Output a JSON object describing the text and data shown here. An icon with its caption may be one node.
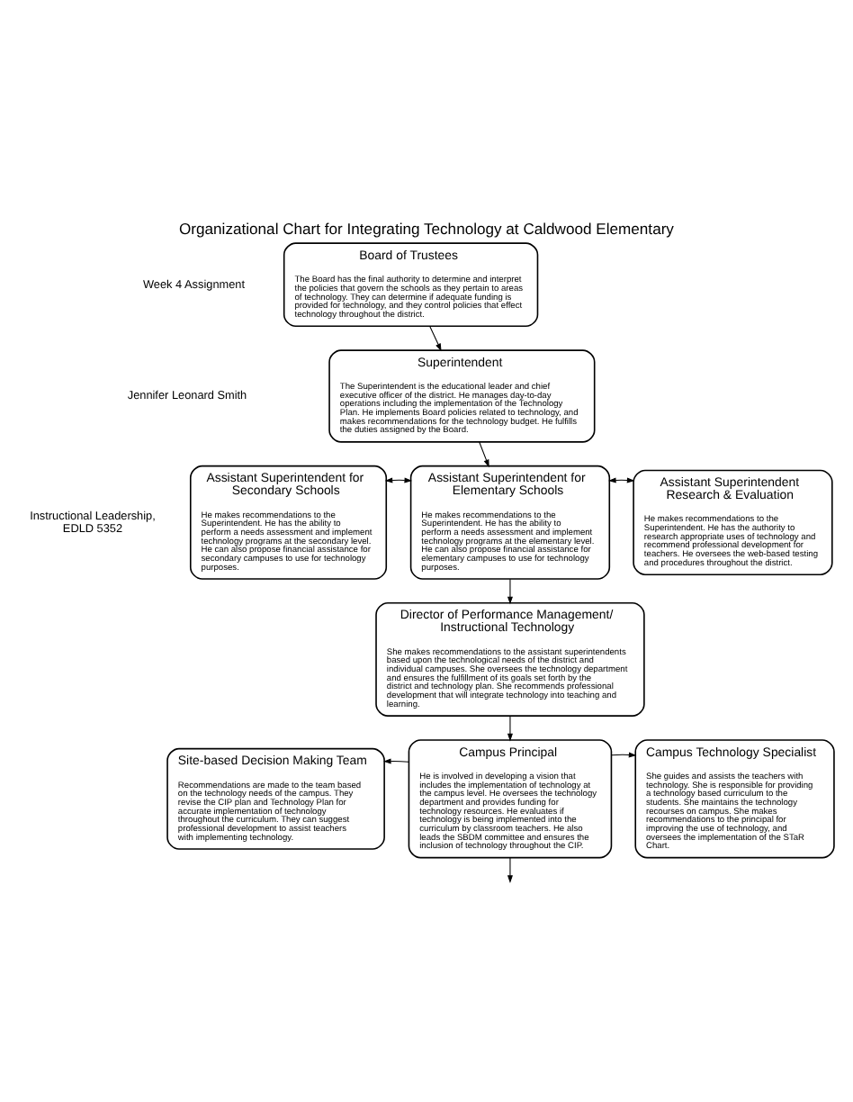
{
  "diagram": {
    "title": "Organizational Chart for Integrating Technology at Caldwood Elementary",
    "nodes": [
      {
        "text": [
          "Board of Trustees",
          "The Board has the final authority to determine and interpret the policies that govern the schools as they pertain to areas of technology. They can determine if adequate funding is provided for technology, and they control policies that effect technology throughout the district."
        ]
      },
      {
        "text": [
          "Superintendent",
          "The Superintendent is the educational leader and chief executive officer of the district. He manages day-to-day operations including the implementation of the Technology Plan. He implements Board policies related to technology, and makes recommendations for the technology budget. He fulfills the duties assigned by the Board."
        ]
      },
      {
        "text": [
          "Assistant Superintendent for Secondary Schools",
          "He makes recommendations to the Superintendent. He has the ability to perform a needs assessment and implement technology programs at the secondary level. He can also propose financial assistance for secondary campuses to use for technology purposes."
        ]
      },
      {
        "text": [
          "Assistant Superintendent for Elementary Schools",
          "He makes recommendations to the Superintendent. He has the ability to perform a needs assessment and implement technology programs at the elementary level. He can also propose financial assistance for elementary campuses to use for technology purposes."
        ]
      },
      {
        "text": [
          "Assistant Superintendent Research & Evaluation",
          "He makes recommendations to the Superintendent. He has the authority to research appropriate uses of technology and recommend professional development for teachers. He oversees the web-based testing and procedures throughout the district."
        ]
      },
      {
        "text": [
          "Director of Performance Management/ Instructional Technology",
          "She makes recommendations to the assistant superintendents based upon the technological needs of the district and individual campuses. She oversees the technology department and ensures the fulfillment of its goals set forth by the district and technology plan. She recommends professional development that will integrate technology into teaching and learning."
        ]
      },
      {
        "text": [
          "Site-based Decision Making Team",
          "Recommendations are made to the team based on the technology needs of the campus. They revise the CIP plan and Technology Plan for accurate implementation of technology throughout the curriculum. They can suggest professional development to assist teachers with implementing technology."
        ]
      },
      {
        "text": [
          "Campus Principal",
          "He is involved in developing a vision that includes the implementation of technology at the campus level. He oversees the technology department and provides funding for technology resources. He evaluates if technology is being implemented into the curriculum by classroom teachers. He also leads the SBDM committee and ensures the inclusion of technology throughout the CIP."
        ]
      },
      {
        "text": [
          "Campus Technology Specialist",
          "She guides and assists the teachers with technology. She is responsible for providing a technology based curriculum to the students. She maintains the technology recourses on campus. She makes recommendations to the principal for improving the use of technology, and oversees the implementation of the STaR Chart."
        ]
      }
    ],
    "edges": [
      {
        "from": 0,
        "to": 1,
        "arrow": "to"
      },
      {
        "from": 1,
        "to": 3,
        "arrow": "to"
      },
      {
        "from": 2,
        "to": 3,
        "arrow": "both"
      },
      {
        "from": 3,
        "to": 4,
        "arrow": "both"
      },
      {
        "from": 3,
        "to": 5,
        "arrow": "to"
      },
      {
        "from": 5,
        "to": 7,
        "arrow": "to"
      },
      {
        "from": 7,
        "to": 6,
        "arrow": "to"
      },
      {
        "from": 7,
        "to": 8,
        "arrow": "to"
      },
      {
        "from": 7,
        "to": null,
        "arrow": "to"
      }
    ],
    "labels": [
      "Week 4 Assignment",
      "Jennifer Leonard Smith",
      "Instructional Leadership, EDLD 5352"
    ]
  }
}
